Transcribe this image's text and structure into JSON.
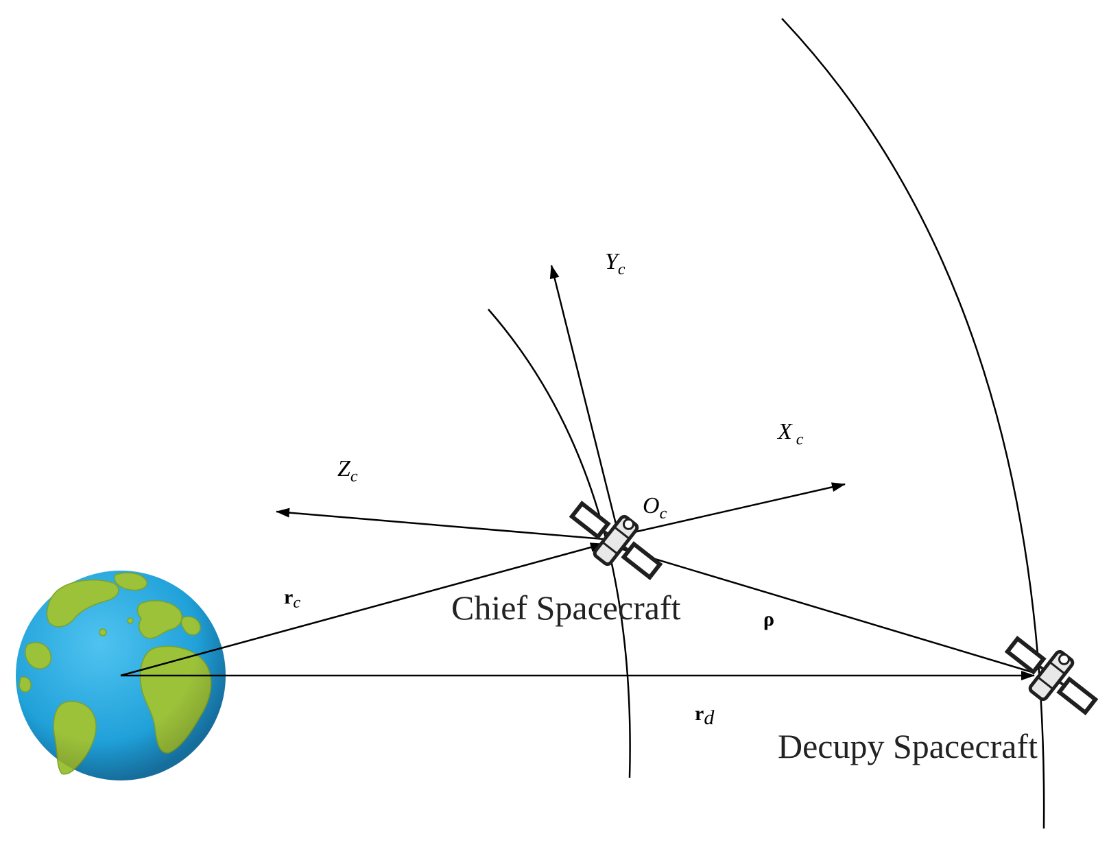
{
  "labels": {
    "y_axis": "Y",
    "y_sub": "c",
    "x_axis": "X",
    "x_sub": "c",
    "z_axis": "Z",
    "z_sub": "c",
    "origin": "O",
    "origin_sub": "c",
    "r_chief": "r",
    "r_chief_sub": "c",
    "rho": "ρ",
    "r_deputy": "r",
    "r_deputy_sub": "d",
    "chief_name": "Chief Spacecraft",
    "deputy_name": "Decupy Spacecraft"
  },
  "colors": {
    "stroke": "#000000",
    "ocean": "#29a9e0",
    "land": "#9cc23a",
    "panel": "#1f1f1f",
    "panel_face": "#ffffff"
  }
}
